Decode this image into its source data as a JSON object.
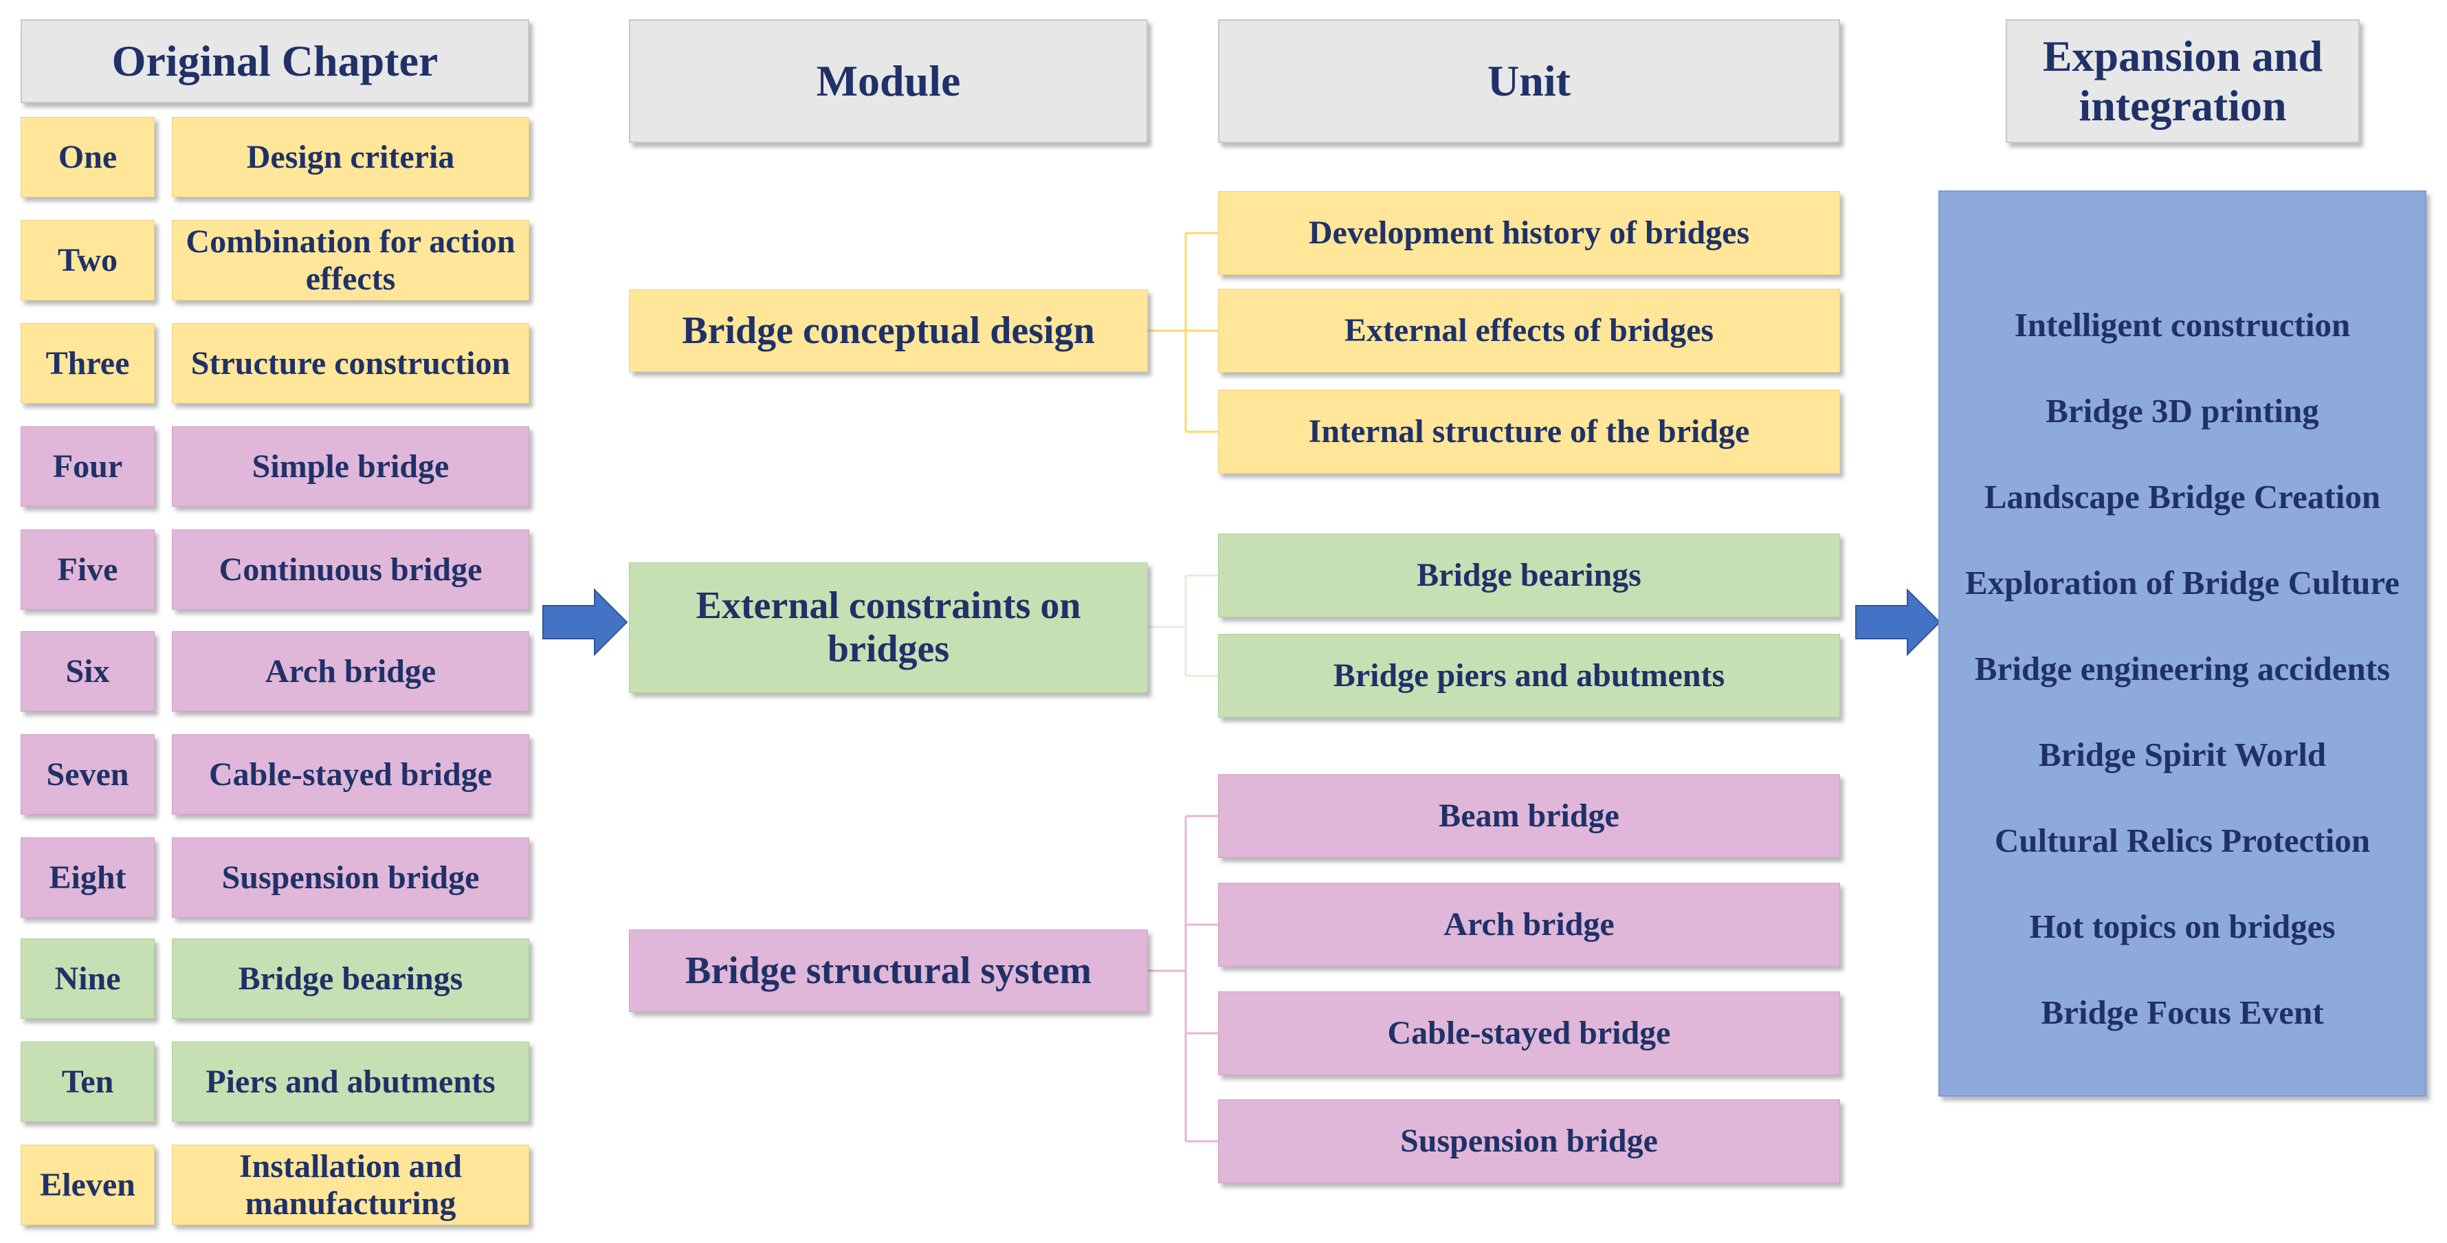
{
  "headers": {
    "original_chapter": "Original Chapter",
    "module": "Module",
    "unit": "Unit",
    "expansion": "Expansion and integration"
  },
  "chapters": [
    {
      "num": "One",
      "title": "Design criteria",
      "color": "#ffe699"
    },
    {
      "num": "Two",
      "title": "Combination for action effects",
      "color": "#ffe699"
    },
    {
      "num": "Three",
      "title": "Structure construction",
      "color": "#ffe699"
    },
    {
      "num": "Four",
      "title": "Simple bridge",
      "color": "#e0b7d8"
    },
    {
      "num": "Five",
      "title": "Continuous bridge",
      "color": "#e0b7d8"
    },
    {
      "num": "Six",
      "title": "Arch bridge",
      "color": "#e0b7d8"
    },
    {
      "num": "Seven",
      "title": "Cable-stayed bridge",
      "color": "#e0b7d8"
    },
    {
      "num": "Eight",
      "title": "Suspension bridge",
      "color": "#e0b7d8"
    },
    {
      "num": "Nine",
      "title": "Bridge bearings",
      "color": "#c6e0b4"
    },
    {
      "num": "Ten",
      "title": "Piers and abutments",
      "color": "#c6e0b4"
    },
    {
      "num": "Eleven",
      "title": "Installation and manufacturing",
      "color": "#ffe699"
    }
  ],
  "modules": [
    {
      "label": "Bridge conceptual design",
      "color": "#ffe699",
      "units": [
        "Development history of bridges",
        "External effects of bridges",
        "Internal structure of the bridge"
      ]
    },
    {
      "label": "External constraints on bridges",
      "color": "#c6e0b4",
      "units": [
        "Bridge bearings",
        "Bridge piers and abutments"
      ]
    },
    {
      "label": "Bridge structural system",
      "color": "#e0b7d8",
      "units": [
        "Beam bridge",
        "Arch bridge",
        "Cable-stayed bridge",
        "Suspension bridge"
      ]
    }
  ],
  "expansion_items": [
    "Intelligent construction",
    "Bridge 3D printing",
    "Landscape Bridge Creation",
    "Exploration of Bridge Culture",
    "Bridge engineering accidents",
    "Bridge Spirit World",
    "Cultural Relics Protection",
    "Hot topics on bridges",
    "Bridge Focus Event"
  ],
  "colors": {
    "yellow": "#ffe699",
    "purple": "#e0b7d8",
    "green": "#c6e0b4",
    "expansion_panel": "#8eaadb",
    "arrow": "#4472c4",
    "text": "#1f3168"
  },
  "icons": [
    "right-arrow-icon",
    "right-arrow-icon"
  ]
}
